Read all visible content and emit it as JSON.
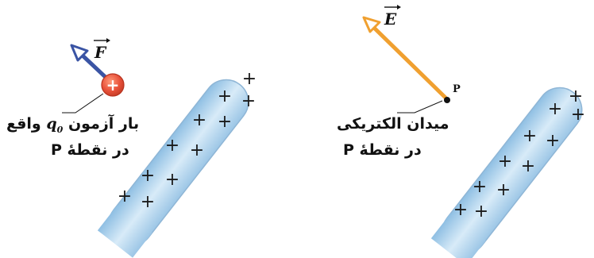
{
  "left_panel": {
    "charge_symbol": "+",
    "force_label": "F",
    "caption_line1_part1": "بار آزمون",
    "caption_q": "q",
    "caption_q_sub": "0",
    "caption_line1_part2": "واقع",
    "caption_line2": "در نقطهٔ P",
    "rod_charges": [
      "+",
      "+",
      "+",
      "+",
      "+",
      "+",
      "+",
      "+",
      "+",
      "+",
      "+",
      "+"
    ]
  },
  "right_panel": {
    "point_label": "P",
    "field_label": "E",
    "caption_line1": "میدان الکتریکی",
    "caption_line2": "در نقطهٔ P",
    "rod_charges": [
      "+",
      "+",
      "+",
      "+",
      "+",
      "+",
      "+",
      "+",
      "+",
      "+",
      "+",
      "+"
    ]
  },
  "colors": {
    "rod_fill": "#bcd9ee",
    "rod_edge": "#8fb6d6",
    "force_arrow": "#3a54a4",
    "field_arrow": "#f0a030",
    "charge_ball": "#e8513a"
  }
}
